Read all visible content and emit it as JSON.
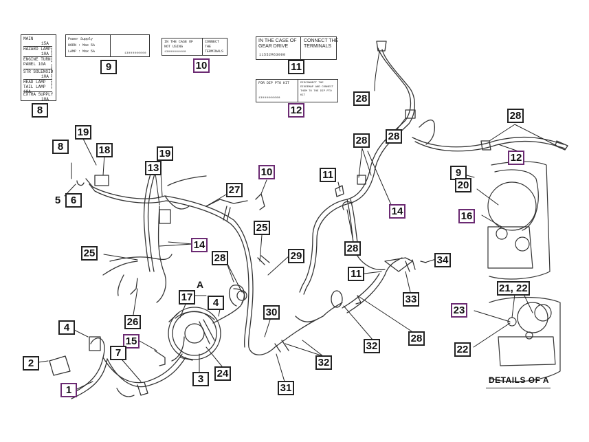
{
  "colors": {
    "callout_border": "#222222",
    "highlight_border": "#6b2a72",
    "line": "#333333"
  },
  "decals": {
    "d8": {
      "lines": [
        "MAIN",
        "15A",
        "HAZARD LAMP",
        "10A",
        "ENGINE TURN PANEL",
        "10A",
        "STR SOLENOID",
        "10A",
        "HEAD LAMP TAIL LAMP",
        "10A",
        "EXTRA SUPPLY",
        "10A"
      ],
      "side_text": "SPARE 10A SPARE 15A S0001"
    },
    "d9": {
      "line1": "Power Supply",
      "line2": "HORN : Max 5A",
      "line3": "LAMP : Max 5A",
      "serial": "13000000000"
    },
    "d10": {
      "left": "IN THE CASE OF NOT USING",
      "right": "CONNECT THE TERMINALS",
      "serial": "13000000000"
    },
    "d11": {
      "left_line1": "IN THE CASE OF",
      "left_line2": "GEAR DRIVE",
      "right_line1": "CONNECT THE",
      "right_line2": "TERMINALS",
      "serial": "11552M63000"
    },
    "d12": {
      "left": "FOR DIP PTO KIT",
      "right": "DISCONNECT THE DIODEMAP AND CONNECT THEM TO THE DIP PTO KIT",
      "serial": "13000000000"
    }
  },
  "texts": {
    "details": "DETAILS OF A",
    "view_label": "A"
  },
  "callouts": [
    {
      "id": "c8",
      "text": "8",
      "purple": false
    },
    {
      "id": "c9",
      "text": "9",
      "purple": false
    },
    {
      "id": "c10",
      "text": "10",
      "purple": true
    },
    {
      "id": "c11",
      "text": "11",
      "purple": false
    },
    {
      "id": "c12",
      "text": "12",
      "purple": true
    },
    {
      "id": "c28a",
      "text": "28",
      "purple": false
    },
    {
      "id": "c28b",
      "text": "28",
      "purple": false
    },
    {
      "id": "c28c",
      "text": "28",
      "purple": false
    },
    {
      "id": "c12b",
      "text": "12",
      "purple": true
    },
    {
      "id": "c8b",
      "text": "8",
      "purple": false
    },
    {
      "id": "c19",
      "text": "19",
      "purple": false
    },
    {
      "id": "c18",
      "text": "18",
      "purple": false
    },
    {
      "id": "c19b",
      "text": "19",
      "purple": false
    },
    {
      "id": "c13",
      "text": "13",
      "purple": false
    },
    {
      "id": "c10b",
      "text": "10",
      "purple": true
    },
    {
      "id": "c11b",
      "text": "11",
      "purple": false
    },
    {
      "id": "c28d",
      "text": "28",
      "purple": false
    },
    {
      "id": "c9b",
      "text": "9",
      "purple": false
    },
    {
      "id": "c20",
      "text": "20",
      "purple": false
    },
    {
      "id": "c5",
      "text": "5",
      "purple": false
    },
    {
      "id": "c6",
      "text": "6",
      "purple": false
    },
    {
      "id": "c27",
      "text": "27",
      "purple": false
    },
    {
      "id": "c14",
      "text": "14",
      "purple": true
    },
    {
      "id": "c16",
      "text": "16",
      "purple": true
    },
    {
      "id": "c25",
      "text": "25",
      "purple": false
    },
    {
      "id": "c28e",
      "text": "28",
      "purple": false
    },
    {
      "id": "c14b",
      "text": "14",
      "purple": true
    },
    {
      "id": "c25b",
      "text": "25",
      "purple": false
    },
    {
      "id": "c28f",
      "text": "28",
      "purple": false
    },
    {
      "id": "c29",
      "text": "29",
      "purple": false
    },
    {
      "id": "c34",
      "text": "34",
      "purple": false
    },
    {
      "id": "c11c",
      "text": "11",
      "purple": false
    },
    {
      "id": "c21",
      "text": "21, 22",
      "purple": false
    },
    {
      "id": "c33",
      "text": "33",
      "purple": false
    },
    {
      "id": "c17",
      "text": "17",
      "purple": false
    },
    {
      "id": "c4",
      "text": "4",
      "purple": false
    },
    {
      "id": "c23",
      "text": "23",
      "purple": true
    },
    {
      "id": "c26",
      "text": "26",
      "purple": false
    },
    {
      "id": "c30",
      "text": "30",
      "purple": false
    },
    {
      "id": "c28g",
      "text": "28",
      "purple": false
    },
    {
      "id": "c4b",
      "text": "4",
      "purple": false
    },
    {
      "id": "c15",
      "text": "15",
      "purple": true
    },
    {
      "id": "c32",
      "text": "32",
      "purple": false
    },
    {
      "id": "c22",
      "text": "22",
      "purple": false
    },
    {
      "id": "c7",
      "text": "7",
      "purple": false
    },
    {
      "id": "c2",
      "text": "2",
      "purple": false
    },
    {
      "id": "c24",
      "text": "24",
      "purple": false
    },
    {
      "id": "c32b",
      "text": "32",
      "purple": false
    },
    {
      "id": "c3",
      "text": "3",
      "purple": false
    },
    {
      "id": "c1",
      "text": "1",
      "purple": true
    },
    {
      "id": "c31",
      "text": "31",
      "purple": false
    }
  ]
}
